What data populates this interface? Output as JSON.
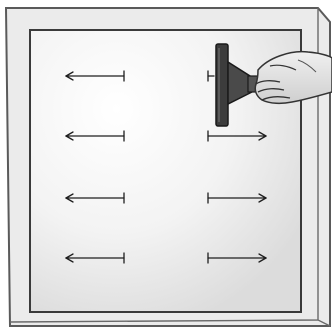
{
  "illustration": {
    "subject": "squeegee-on-screen",
    "arrow_rows": [
      {
        "left": "left",
        "right": "none"
      },
      {
        "left": "left",
        "right": "right"
      },
      {
        "left": "left",
        "right": "right"
      },
      {
        "left": "left",
        "right": "right"
      }
    ],
    "colors": {
      "page": "#ffffff",
      "frame_fill": "#ececec",
      "frame_stroke": "#5a5a5a",
      "inner_fill": "#f4f4f4",
      "line": "#1e1e1e",
      "squeegee": "#3c3c3c",
      "hand": "#e2e2e2"
    }
  }
}
